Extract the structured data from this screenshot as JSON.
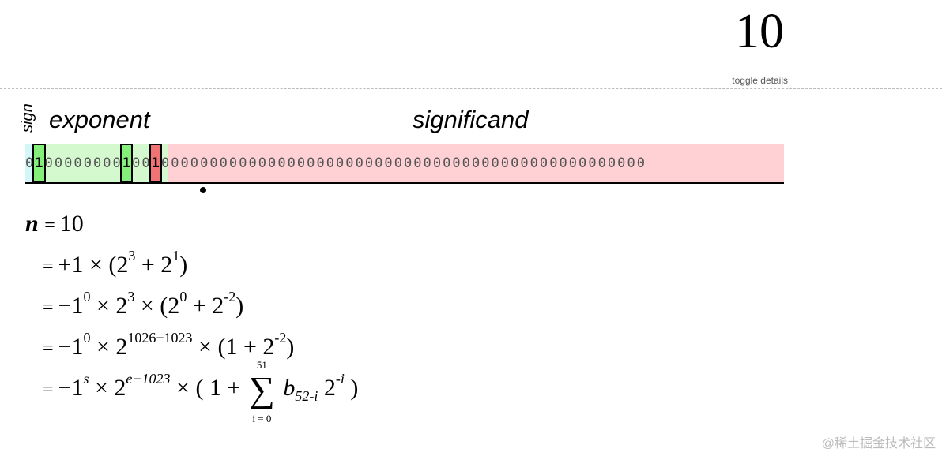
{
  "header": {
    "value": "10",
    "toggle_label": "toggle details"
  },
  "labels": {
    "sign": "sign",
    "exponent": "exponent",
    "significand": "significand"
  },
  "bits": {
    "sign": "0",
    "exponent": "10000000010",
    "significand": "0100000000000000000000000000000000000000000000000000"
  },
  "equations": {
    "lhs_var": "n",
    "eq": "=",
    "l0_value": "10",
    "l1_base": "+1 × (2",
    "l1_exp1": "3",
    "l1_mid": " + 2",
    "l1_exp2": "1",
    "l1_end": ")",
    "l2_base": "−1",
    "l2_exp1": "0",
    "l2_mid1": " × 2",
    "l2_exp2": "3",
    "l2_mid2": " × (2",
    "l2_exp3": "0",
    "l2_mid3": " + 2",
    "l2_exp4": "-2",
    "l2_end": ")",
    "l3_base": "−1",
    "l3_exp1": "0",
    "l3_mid1": " × 2",
    "l3_exp2": "1026−1023",
    "l3_mid2": " × (1 + 2",
    "l3_exp3": "-2",
    "l3_end": ")",
    "l4_base": "−1",
    "l4_exp1": "s",
    "l4_mid1": " × 2",
    "l4_exp2": "e−1023",
    "l4_mid2": " × ( 1 +",
    "sum_top": "51",
    "sum_bottom": "i = 0",
    "l4_b": "b",
    "l4_b_sub": "52-i",
    "l4_two": " 2",
    "l4_exp3": "-i",
    "l4_end": " )"
  },
  "watermark": "@稀土掘金技术社区"
}
